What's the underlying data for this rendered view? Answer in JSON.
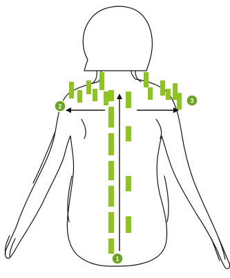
{
  "markers": [
    {
      "number": "1"
    },
    {
      "number": "2"
    },
    {
      "number": "3"
    }
  ],
  "colors": {
    "tape": "#8fc31f",
    "marker": "#6aa421",
    "marker_text": "#ffffff",
    "outline": "#111111",
    "arrow": "#111111"
  }
}
